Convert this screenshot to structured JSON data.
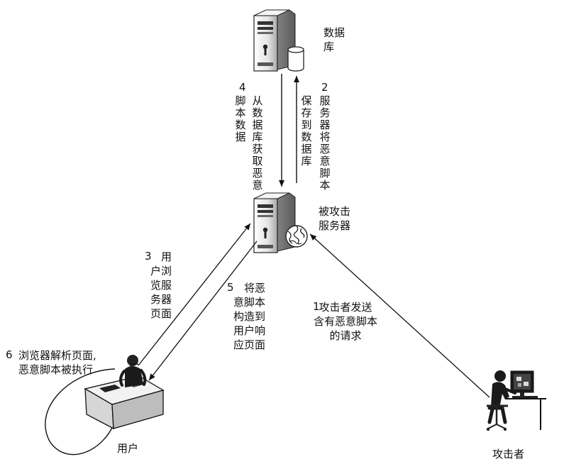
{
  "nodes": {
    "database": {
      "label": "数据\n库"
    },
    "server": {
      "label": "被攻击\n服务器"
    },
    "user": {
      "label": "用户"
    },
    "attacker": {
      "label": "攻击者"
    }
  },
  "steps": {
    "step1": {
      "number": "1",
      "text": "攻击者发送\n含有恶意脚本\n的请求"
    },
    "step2": {
      "number": "2",
      "col1": "服务器将恶意脚本",
      "col2": "保存到数据库"
    },
    "step3": {
      "number": "3",
      "text": "用\n户浏\n览服\n务器\n页面"
    },
    "step4": {
      "number": "4",
      "col1": "从数据库获取恶意",
      "col2": "脚本数据"
    },
    "step5": {
      "number": "5",
      "text": "将恶\n意脚本\n构造到\n用户响\n应页面"
    },
    "step6": {
      "number": "6",
      "text": "浏览器解析页面,\n恶意脚本被执行"
    }
  },
  "colors": {
    "ink": "#111111",
    "server_body": "#e6e6e6",
    "server_shade": "#9a9a9a",
    "screen": "#1a1a1a"
  },
  "icons": [
    "database-server-icon",
    "database-cylinder-icon",
    "web-server-icon",
    "globe-icon",
    "user-at-desk-icon",
    "attacker-at-computer-icon"
  ]
}
